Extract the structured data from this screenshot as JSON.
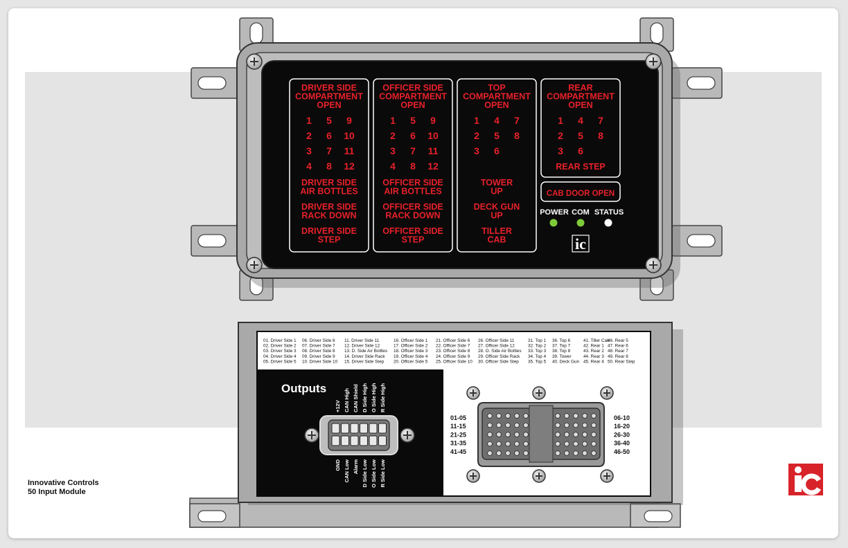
{
  "panel": {
    "sections": [
      {
        "title": [
          "DRIVER SIDE",
          "COMPARTMENT",
          "OPEN"
        ],
        "grid": [
          [
            "1",
            "5",
            "9"
          ],
          [
            "2",
            "6",
            "10"
          ],
          [
            "3",
            "7",
            "11"
          ],
          [
            "4",
            "8",
            "12"
          ]
        ],
        "extras": [
          [
            "DRIVER SIDE",
            "AIR BOTTLES"
          ],
          [
            "DRIVER SIDE",
            "RACK DOWN"
          ],
          [
            "DRIVER SIDE",
            "STEP"
          ]
        ]
      },
      {
        "title": [
          "OFFICER SIDE",
          "COMPARTMENT",
          "OPEN"
        ],
        "grid": [
          [
            "1",
            "5",
            "9"
          ],
          [
            "2",
            "6",
            "10"
          ],
          [
            "3",
            "7",
            "11"
          ],
          [
            "4",
            "8",
            "12"
          ]
        ],
        "extras": [
          [
            "OFFICER SIDE",
            "AIR BOTTLES"
          ],
          [
            "OFFICER SIDE",
            "RACK DOWN"
          ],
          [
            "OFFICER SIDE",
            "STEP"
          ]
        ]
      },
      {
        "title": [
          "TOP",
          "COMPARTMENT",
          "OPEN"
        ],
        "grid": [
          [
            "1",
            "4",
            "7"
          ],
          [
            "2",
            "5",
            "8"
          ],
          [
            "3",
            "6",
            ""
          ]
        ],
        "extras": [
          [
            "TOWER",
            "UP"
          ],
          [
            "DECK GUN",
            "UP"
          ],
          [
            "TILLER",
            "CAB"
          ]
        ]
      },
      {
        "title": [
          "REAR",
          "COMPARTMENT",
          "OPEN"
        ],
        "grid": [
          [
            "1",
            "4",
            "7"
          ],
          [
            "2",
            "5",
            "8"
          ],
          [
            "3",
            "6",
            ""
          ]
        ],
        "extras": [
          [
            "REAR STEP"
          ]
        ]
      }
    ],
    "cab_door": "CAB DOOR OPEN",
    "leds": [
      {
        "label": "POWER",
        "color": "#7ecb3a"
      },
      {
        "label": "COM",
        "color": "#7ecb3a"
      },
      {
        "label": "STATUS",
        "color": "#ffffff"
      }
    ],
    "logo_text": "ic"
  },
  "legend": [
    [
      "01. Driver Side 1",
      "02. Driver Side 2",
      "03. Driver Side 3",
      "04. Driver Side 4",
      "05. Driver Side 5"
    ],
    [
      "06. Driver Side 6",
      "07. Driver Side 7",
      "08. Driver Side 8",
      "09. Driver Side 9",
      "10. Driver Side 10"
    ],
    [
      "11. Driver Side 11",
      "12. Driver Side 12",
      "13. D. Side Air Bottles",
      "14. Driver Side Rack",
      "15. Driver Side Step"
    ],
    [
      "16. Officer Side 1",
      "17. Officer Side 2",
      "18. Officer Side 3",
      "19. Officer Side 4",
      "20. Officer Side 5"
    ],
    [
      "21. Officer Side 6",
      "22. Officer Side 7",
      "23. Officer Side 8",
      "24. Officer Side 9",
      "25. Officer Side 10"
    ],
    [
      "26. Officer Side 11",
      "27. Officer Side 12",
      "28. O. Side Air Bottles",
      "29. Officer Side Rack",
      "30. Officer Side Step"
    ],
    [
      "31. Top 1",
      "32. Top 2",
      "33. Top 3",
      "34. Top 4",
      "35. Top 5"
    ],
    [
      "36. Top 6",
      "37. Top 7",
      "38. Top 8",
      "39. Tower",
      "40. Deck Gun"
    ],
    [
      "41. Tiller Cab",
      "42. Rear 1",
      "43. Rear 2",
      "44. Rear 3",
      "45. Rear 4"
    ],
    [
      "46. Rear 5",
      "47. Rear 6",
      "48. Rear 7",
      "49. Rear 8",
      "50. Rear Step"
    ]
  ],
  "outputs": {
    "title": "Outputs",
    "top_pins": [
      "+12V",
      "CAN High",
      "CAN Shield",
      "D Side High",
      "O Side High",
      "R Side High"
    ],
    "bottom_pins": [
      "GND",
      "CAN Low",
      "Alarm",
      "D Side Low",
      "O Side Low",
      "R Side Low"
    ]
  },
  "input_groups": {
    "left": [
      "01-05",
      "11-15",
      "21-25",
      "31-35",
      "41-45"
    ],
    "right": [
      "06-10",
      "16-20",
      "26-30",
      "36-40",
      "46-50"
    ]
  },
  "caption": {
    "line1": "Innovative Controls",
    "line2": "50 Input Module"
  },
  "brand_logo": "ic"
}
